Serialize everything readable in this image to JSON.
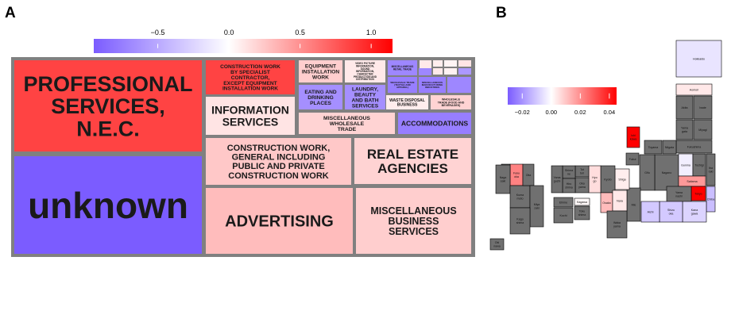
{
  "panels": {
    "a": "A",
    "b": "B"
  },
  "colors": {
    "low": "#7b5cff",
    "mid": "#ffffff",
    "high": "#ff0000",
    "na": "#707070",
    "border": "#808080"
  },
  "chart_data": [
    {
      "type": "treemap",
      "panel": "A",
      "colorbar": {
        "ticks": [
          -0.5,
          0.0,
          0.5,
          1.0
        ],
        "tick_labels": [
          "−0.5",
          "0.0",
          "0.5",
          "1.0"
        ],
        "range": [
          -0.95,
          1.15
        ]
      },
      "tiles": [
        {
          "label": "PROFESSIONAL SERVICES, N.E.C.",
          "value": 0.85
        },
        {
          "label": "unknown",
          "value": -0.95
        },
        {
          "label": "CONSTRUCTION WORK BY SPECIALIST CONTRACTOR, EXCEPT EQUIPMENT INSTALLATION WORK",
          "value": 0.85
        },
        {
          "label": "INFORMATION SERVICES",
          "value": 0.12
        },
        {
          "label": "EQUIPMENT INSTALLATION WORK",
          "value": 0.22
        },
        {
          "label": "EATING AND DRINKING PLACES",
          "value": -0.65
        },
        {
          "label": "LAUNDRY, BEAUTY AND BATH SERVICES",
          "value": -0.65
        },
        {
          "label": "MISCELLANEOUS WHOLESALE TRADE",
          "value": 0.2
        },
        {
          "label": "WASTE DISPOSAL BUSINESS",
          "value": 0.08
        },
        {
          "label": "ACCOMMODATIONS",
          "value": -0.75
        },
        {
          "label": "CONSTRUCTION WORK, GENERAL INCLUDING PUBLIC AND PRIVATE CONSTRUCTION WORK",
          "value": 0.25
        },
        {
          "label": "REAL ESTATE AGENCIES",
          "value": 0.2
        },
        {
          "label": "ADVERTISING",
          "value": 0.3
        },
        {
          "label": "MISCELLANEOUS BUSINESS SERVICES",
          "value": 0.22
        },
        {
          "label": "VIDEO PICTURE INFORMATION, SOUND INFORMATION, CHARACTER INFORMATION PRODUCTION AND DISTRIBUTION",
          "value": 0.1
        },
        {
          "label": "MISCELLANEOUS RETAIL TRADE",
          "value": -0.7
        },
        {
          "label": "WHOLESALE TRADE (TEXTILE AND APPAREL)",
          "value": -0.75
        },
        {
          "label": "MISCELLANEOUS MANUFACTURING INDUSTRIES",
          "value": -0.75
        },
        {
          "label": "WHOLESALE TRADE (FOOD AND BEVERAGES)",
          "value": 0.2
        }
      ],
      "small_tiles": [
        0.1,
        0.08,
        0.05,
        0.12,
        0.1,
        0.06,
        -0.7,
        -0.7,
        -0.6
      ]
    },
    {
      "type": "choropleth",
      "panel": "B",
      "colorbar": {
        "ticks": [
          -0.02,
          0.0,
          0.02,
          0.04
        ],
        "tick_labels": [
          "−0.02",
          "0.00",
          "0.02",
          "0.04"
        ],
        "range": [
          -0.03,
          0.045
        ]
      },
      "regions": [
        {
          "name": "Hokkaido",
          "value": -0.005
        },
        {
          "name": "Aomori",
          "value": 0.004
        },
        {
          "name": "Akita",
          "value": null
        },
        {
          "name": "Iwate",
          "value": null
        },
        {
          "name": "Yama gata",
          "value": null
        },
        {
          "name": "Miyagi",
          "value": null
        },
        {
          "name": "Fukushima",
          "value": null
        },
        {
          "name": "Niigata",
          "value": null
        },
        {
          "name": "Toyama",
          "value": null
        },
        {
          "name": "Ishi kawa",
          "value": 0.045
        },
        {
          "name": "Fukui",
          "value": null
        },
        {
          "name": "Nagano",
          "value": null
        },
        {
          "name": "Gifu",
          "value": null
        },
        {
          "name": "Gunma",
          "value": -0.003
        },
        {
          "name": "Tochigi",
          "value": null
        },
        {
          "name": "Iba raki",
          "value": null
        },
        {
          "name": "Saitama",
          "value": 0.018
        },
        {
          "name": "Tokyo",
          "value": 0.045
        },
        {
          "name": "Yama nashi",
          "value": null
        },
        {
          "name": "Chiba",
          "value": -0.012
        },
        {
          "name": "Kana gawa",
          "value": -0.008
        },
        {
          "name": "Shizu oka",
          "value": -0.01
        },
        {
          "name": "Aichi",
          "value": -0.01
        },
        {
          "name": "Mie",
          "value": null
        },
        {
          "name": "Shiga",
          "value": 0.003
        },
        {
          "name": "Kyoto",
          "value": null
        },
        {
          "name": "Hyo go",
          "value": 0.006
        },
        {
          "name": "Osaka",
          "value": 0.012
        },
        {
          "name": "Nara",
          "value": 0.004
        },
        {
          "name": "Waka yama",
          "value": null
        },
        {
          "name": "Tot tori",
          "value": null
        },
        {
          "name": "Oka yama",
          "value": null
        },
        {
          "name": "Shima ne",
          "value": null
        },
        {
          "name": "Hiro shima",
          "value": null
        },
        {
          "name": "Yama guchi",
          "value": null
        },
        {
          "name": "Kagawa",
          "value": 0.001
        },
        {
          "name": "Tokushima",
          "value": null
        },
        {
          "name": "Ehime",
          "value": null
        },
        {
          "name": "Kochi",
          "value": null
        },
        {
          "name": "Fuku oka",
          "value": 0.022
        },
        {
          "name": "Saga",
          "value": null
        },
        {
          "name": "Naga saki",
          "value": null
        },
        {
          "name": "Kuma moto",
          "value": null
        },
        {
          "name": "Oita",
          "value": null
        },
        {
          "name": "Miya zaki",
          "value": null
        },
        {
          "name": "Kago shima",
          "value": null
        },
        {
          "name": "Oki nawa",
          "value": null
        }
      ]
    }
  ]
}
